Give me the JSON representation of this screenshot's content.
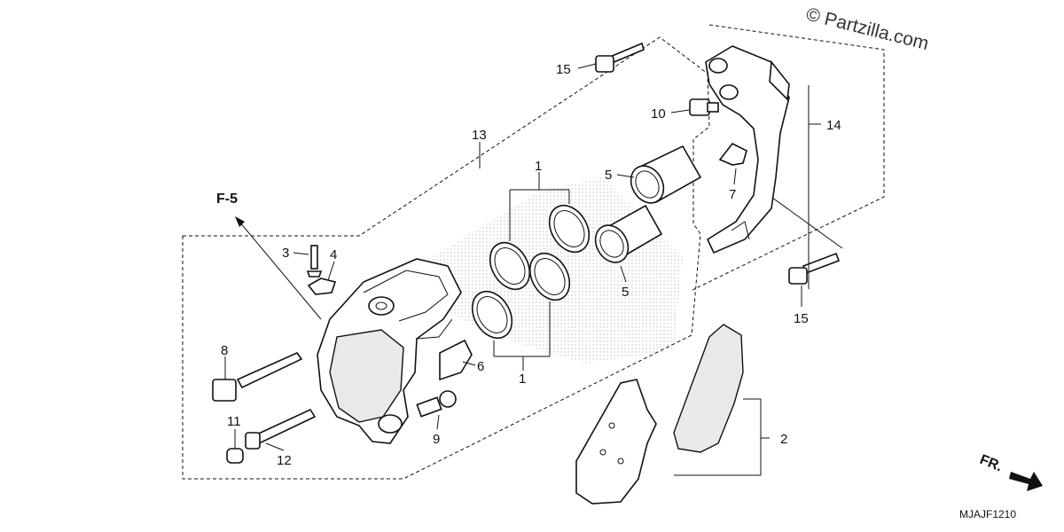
{
  "watermark": "© Partzilla.com",
  "diagram_code": "MJAJF1210",
  "reference_label": "F-5",
  "direction_label": "FR.",
  "callouts": {
    "c1_top": "1",
    "c1_bottom": "1",
    "c2": "2",
    "c3": "3",
    "c4": "4",
    "c5_top": "5",
    "c5_bottom": "5",
    "c6": "6",
    "c7": "7",
    "c8": "8",
    "c9": "9",
    "c10": "10",
    "c11": "11",
    "c12": "12",
    "c13": "13",
    "c14": "14",
    "c15_top": "15",
    "c15_bottom": "15"
  }
}
